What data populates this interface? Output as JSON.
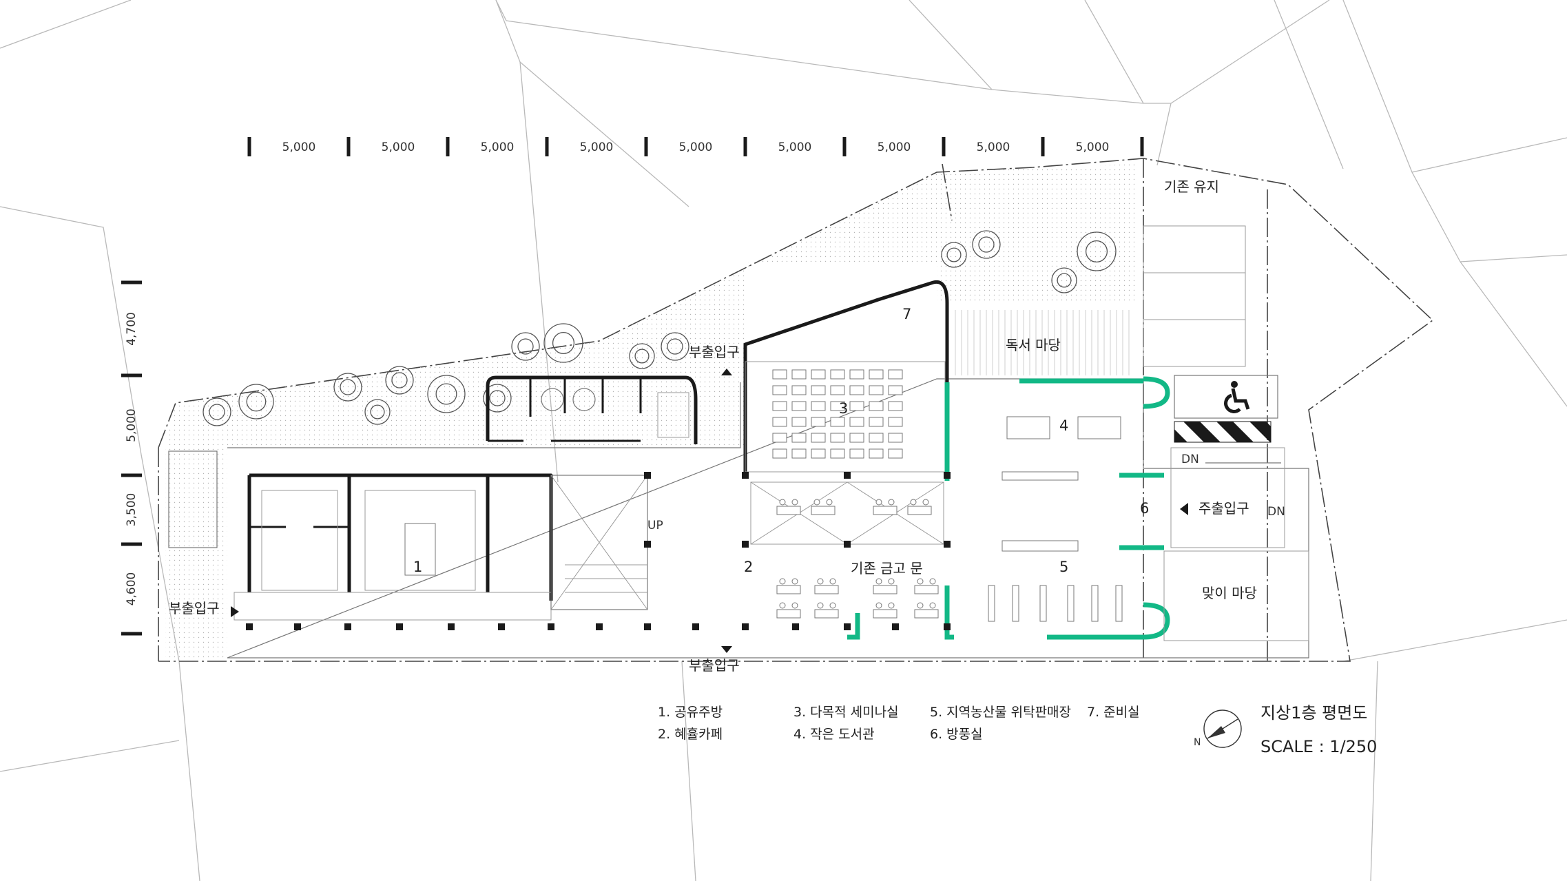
{
  "plan": {
    "dimensions_horizontal": [
      "5,000",
      "5,000",
      "5,000",
      "5,000",
      "5,000",
      "5,000",
      "5,000",
      "5,000",
      "5,000"
    ],
    "dimensions_vertical": [
      "4,700",
      "5,000",
      "3,500",
      "4,600"
    ],
    "room_numbers": [
      "1",
      "2",
      "3",
      "4",
      "5",
      "6",
      "7"
    ],
    "labels": {
      "existing_keep": "기존 유지",
      "reading_yard": "독서 마당",
      "side_entrance_top": "부출입구",
      "side_entrance_left": "부출입구",
      "side_entrance_bottom": "부출입구",
      "main_entrance": "주출입구",
      "existing_vault_door": "기존 금고 문",
      "welcome_yard": "맞이 마당",
      "up": "UP",
      "dn_top": "DN",
      "dn_right": "DN"
    },
    "legend": {
      "col1": [
        "1. 공유주방",
        "2. 혜휼카페"
      ],
      "col2": [
        "3. 다목적 세미나실",
        "4. 작은 도서관"
      ],
      "col3": [
        "5. 지역농산물 위탁판매장",
        "6. 방풍실"
      ],
      "col4": [
        "7. 준비실"
      ]
    },
    "title": "지상1층 평면도",
    "scale": "SCALE : 1/250",
    "colors": {
      "wall": "#1a1a1a",
      "new_wall": "#12b886",
      "context": "#b9b9b9"
    },
    "icons": [
      "accessible-parking-icon",
      "north-arrow-icon",
      "tree-icon"
    ]
  }
}
